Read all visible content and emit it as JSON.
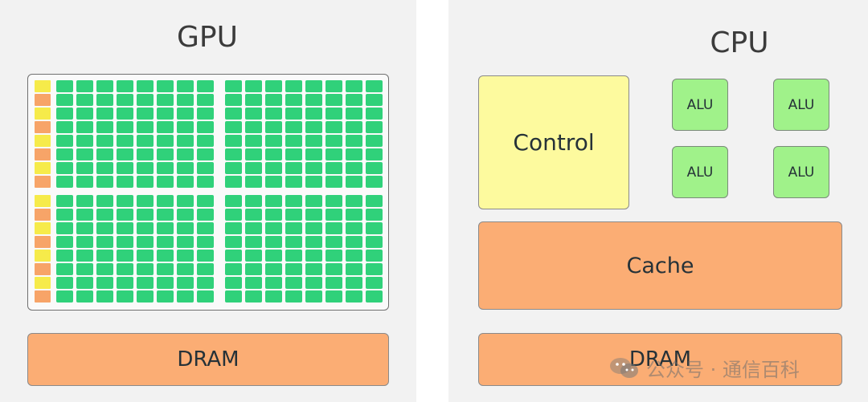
{
  "gpu": {
    "title": "GPU",
    "dram_label": "DRAM",
    "core_grid": {
      "blocks": 4,
      "rows_per_block": 8,
      "cols_per_block": 8
    }
  },
  "cpu": {
    "title": "CPU",
    "control_label": "Control",
    "alu_labels": [
      "ALU",
      "ALU",
      "ALU",
      "ALU"
    ],
    "cache_label": "Cache",
    "dram_label": "DRAM"
  },
  "watermark": {
    "text": "公众号 · 通信百科"
  },
  "colors": {
    "panel_bg": "#f2f2f2",
    "core_green": "#30d17a",
    "control_yellow": "#fdfa9e",
    "orange": "#fbad74",
    "alu_green": "#a0f28a",
    "left_yellow": "#f6eb4a",
    "left_orange": "#f7a468"
  }
}
